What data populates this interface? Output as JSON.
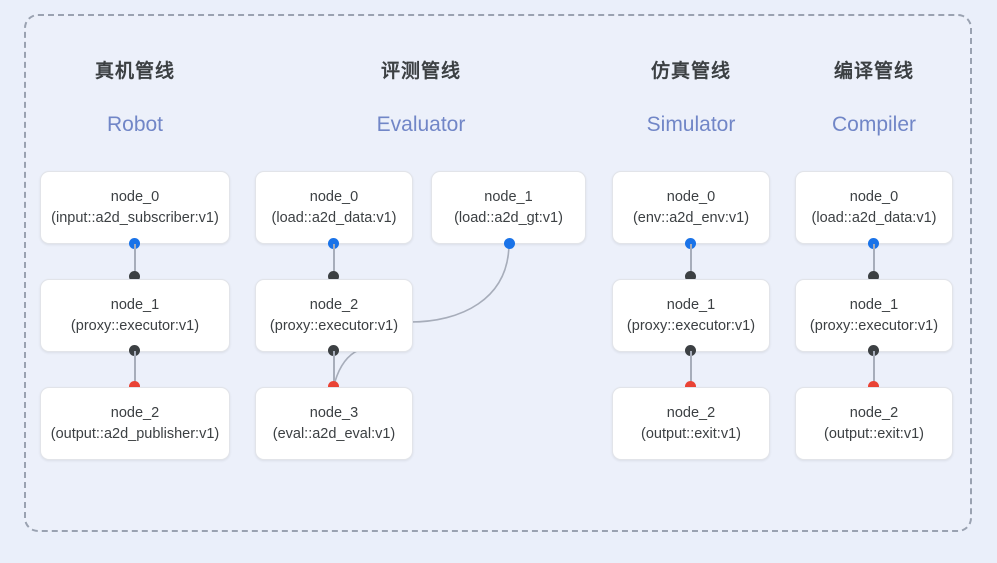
{
  "diagram": {
    "background_color": "#eaeffa",
    "frame_border_color": "#9aa2b1",
    "accent_blue": "#1a73e8",
    "accent_red": "#ea4335",
    "accent_black": "#3c4043",
    "header_en_color": "#7186c7"
  },
  "columns": [
    {
      "zh": "真机管线",
      "en": "Robot",
      "nodes": [
        {
          "title": "node_0",
          "sub": "(input::a2d_subscriber:v1)"
        },
        {
          "title": "node_1",
          "sub": "(proxy::executor:v1)"
        },
        {
          "title": "node_2",
          "sub": "(output::a2d_publisher:v1)"
        }
      ]
    },
    {
      "zh": "评测管线",
      "en": "Evaluator",
      "nodes": [
        {
          "title": "node_0",
          "sub": "(load::a2d_data:v1)"
        },
        {
          "title": "node_1",
          "sub": "(load::a2d_gt:v1)"
        },
        {
          "title": "node_2",
          "sub": "(proxy::executor:v1)"
        },
        {
          "title": "node_3",
          "sub": "(eval::a2d_eval:v1)"
        }
      ]
    },
    {
      "zh": "仿真管线",
      "en": "Simulator",
      "nodes": [
        {
          "title": "node_0",
          "sub": "(env::a2d_env:v1)"
        },
        {
          "title": "node_1",
          "sub": "(proxy::executor:v1)"
        },
        {
          "title": "node_2",
          "sub": "(output::exit:v1)"
        }
      ]
    },
    {
      "zh": "编译管线",
      "en": "Compiler",
      "nodes": [
        {
          "title": "node_0",
          "sub": "(load::a2d_data:v1)"
        },
        {
          "title": "node_1",
          "sub": "(proxy::executor:v1)"
        },
        {
          "title": "node_2",
          "sub": "(output::exit:v1)"
        }
      ]
    }
  ]
}
